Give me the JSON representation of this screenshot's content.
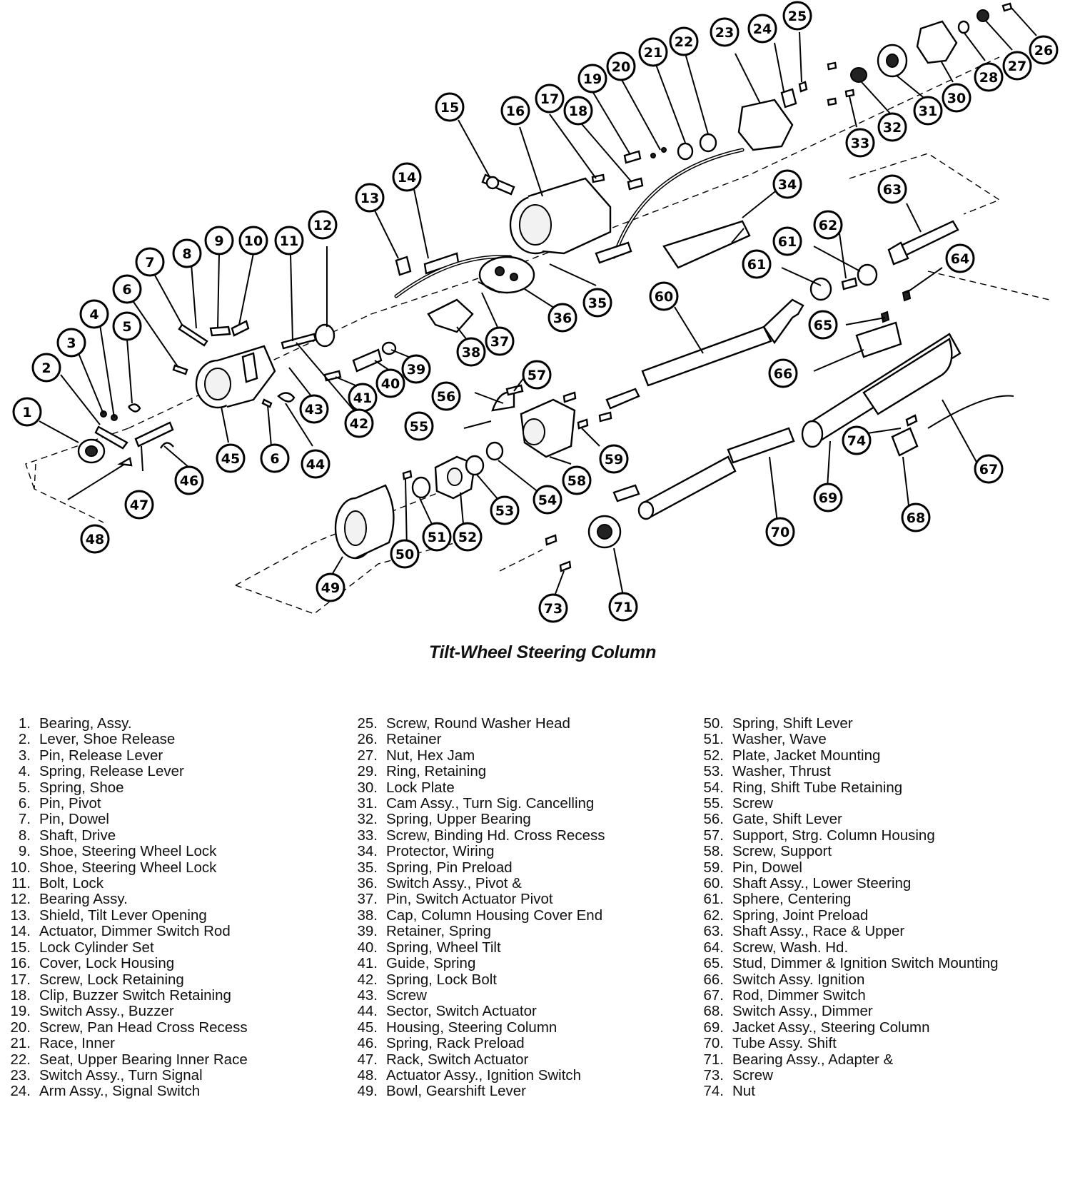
{
  "diagram": {
    "title": "Tilt-Wheel Steering Column",
    "callouts": [
      {
        "label": "1"
      },
      {
        "label": "2"
      },
      {
        "label": "3"
      },
      {
        "label": "4"
      },
      {
        "label": "5"
      },
      {
        "label": "6"
      },
      {
        "label": "7"
      },
      {
        "label": "8"
      },
      {
        "label": "9"
      },
      {
        "label": "10"
      },
      {
        "label": "11"
      },
      {
        "label": "12"
      },
      {
        "label": "13"
      },
      {
        "label": "14"
      },
      {
        "label": "15"
      },
      {
        "label": "16"
      },
      {
        "label": "17"
      },
      {
        "label": "18"
      },
      {
        "label": "19"
      },
      {
        "label": "20"
      },
      {
        "label": "21"
      },
      {
        "label": "22"
      },
      {
        "label": "23"
      },
      {
        "label": "24"
      },
      {
        "label": "25"
      },
      {
        "label": "26"
      },
      {
        "label": "27"
      },
      {
        "label": "28"
      },
      {
        "label": "30"
      },
      {
        "label": "31"
      },
      {
        "label": "32"
      },
      {
        "label": "33"
      },
      {
        "label": "34"
      },
      {
        "label": "35"
      },
      {
        "label": "36"
      },
      {
        "label": "37"
      },
      {
        "label": "38"
      },
      {
        "label": "39"
      },
      {
        "label": "40"
      },
      {
        "label": "41"
      },
      {
        "label": "42"
      },
      {
        "label": "43"
      },
      {
        "label": "44"
      },
      {
        "label": "45"
      },
      {
        "label": "6"
      },
      {
        "label": "46"
      },
      {
        "label": "47"
      },
      {
        "label": "48"
      },
      {
        "label": "49"
      },
      {
        "label": "50"
      },
      {
        "label": "51"
      },
      {
        "label": "52"
      },
      {
        "label": "53"
      },
      {
        "label": "54"
      },
      {
        "label": "55"
      },
      {
        "label": "56"
      },
      {
        "label": "57"
      },
      {
        "label": "58"
      },
      {
        "label": "59"
      },
      {
        "label": "60"
      },
      {
        "label": "61"
      },
      {
        "label": "61"
      },
      {
        "label": "62"
      },
      {
        "label": "63"
      },
      {
        "label": "64"
      },
      {
        "label": "65"
      },
      {
        "label": "66"
      },
      {
        "label": "67"
      },
      {
        "label": "68"
      },
      {
        "label": "69"
      },
      {
        "label": "70"
      },
      {
        "label": "71"
      },
      {
        "label": "73"
      },
      {
        "label": "74"
      }
    ]
  },
  "legend": {
    "columns": [
      [
        {
          "num": "1.",
          "text": "Bearing, Assy."
        },
        {
          "num": "2.",
          "text": "Lever, Shoe Release"
        },
        {
          "num": "3.",
          "text": "Pin, Release Lever"
        },
        {
          "num": "4.",
          "text": "Spring, Release Lever"
        },
        {
          "num": "5.",
          "text": "Spring, Shoe"
        },
        {
          "num": "6.",
          "text": "Pin, Pivot"
        },
        {
          "num": "7.",
          "text": "Pin, Dowel"
        },
        {
          "num": "8.",
          "text": "Shaft, Drive"
        },
        {
          "num": "9.",
          "text": "Shoe, Steering Wheel Lock"
        },
        {
          "num": "10.",
          "text": "Shoe, Steering Wheel Lock"
        },
        {
          "num": "11.",
          "text": "Bolt, Lock"
        },
        {
          "num": "12.",
          "text": "Bearing Assy."
        },
        {
          "num": "13.",
          "text": "Shield, Tilt Lever Opening"
        },
        {
          "num": "14.",
          "text": "Actuator, Dimmer Switch Rod"
        },
        {
          "num": "15.",
          "text": "Lock Cylinder Set"
        },
        {
          "num": "16.",
          "text": "Cover, Lock Housing"
        },
        {
          "num": "17.",
          "text": "Screw, Lock Retaining"
        },
        {
          "num": "18.",
          "text": "Clip, Buzzer Switch Retaining"
        },
        {
          "num": "19.",
          "text": "Switch Assy., Buzzer"
        },
        {
          "num": "20.",
          "text": "Screw, Pan Head Cross Recess"
        },
        {
          "num": "21.",
          "text": "Race, Inner"
        },
        {
          "num": "22.",
          "text": "Seat, Upper Bearing Inner Race"
        },
        {
          "num": "23.",
          "text": "Switch Assy., Turn Signal"
        },
        {
          "num": "24.",
          "text": "Arm Assy., Signal Switch"
        }
      ],
      [
        {
          "num": "25.",
          "text": "Screw, Round Washer Head"
        },
        {
          "num": "26.",
          "text": "Retainer"
        },
        {
          "num": "27.",
          "text": "Nut, Hex Jam"
        },
        {
          "num": "29.",
          "text": "Ring, Retaining"
        },
        {
          "num": "30.",
          "text": "Lock Plate"
        },
        {
          "num": "31.",
          "text": "Cam Assy., Turn Sig. Cancelling"
        },
        {
          "num": "32.",
          "text": "Spring, Upper Bearing"
        },
        {
          "num": "33.",
          "text": "Screw, Binding Hd. Cross Recess"
        },
        {
          "num": "34.",
          "text": "Protector, Wiring"
        },
        {
          "num": "35.",
          "text": "Spring, Pin Preload"
        },
        {
          "num": "36.",
          "text": "Switch Assy., Pivot &"
        },
        {
          "num": "37.",
          "text": "Pin, Switch Actuator Pivot"
        },
        {
          "num": "38.",
          "text": "Cap, Column Housing Cover End"
        },
        {
          "num": "39.",
          "text": "Retainer, Spring"
        },
        {
          "num": "40.",
          "text": "Spring, Wheel Tilt"
        },
        {
          "num": "41.",
          "text": "Guide, Spring"
        },
        {
          "num": "42.",
          "text": "Spring, Lock Bolt"
        },
        {
          "num": "43.",
          "text": "Screw"
        },
        {
          "num": "44.",
          "text": "Sector, Switch Actuator"
        },
        {
          "num": "45.",
          "text": "Housing, Steering Column"
        },
        {
          "num": "46.",
          "text": "Spring, Rack Preload"
        },
        {
          "num": "47.",
          "text": "Rack, Switch Actuator"
        },
        {
          "num": "48.",
          "text": "Actuator Assy., Ignition Switch"
        },
        {
          "num": "49.",
          "text": "Bowl, Gearshift Lever"
        }
      ],
      [
        {
          "num": "50.",
          "text": "Spring, Shift Lever"
        },
        {
          "num": "51.",
          "text": "Washer, Wave"
        },
        {
          "num": "52.",
          "text": "Plate, Jacket Mounting"
        },
        {
          "num": "53.",
          "text": "Washer, Thrust"
        },
        {
          "num": "54.",
          "text": "Ring, Shift Tube Retaining"
        },
        {
          "num": "55.",
          "text": "Screw"
        },
        {
          "num": "56.",
          "text": "Gate, Shift Lever"
        },
        {
          "num": "57.",
          "text": "Support, Strg. Column Housing"
        },
        {
          "num": "58.",
          "text": "Screw, Support"
        },
        {
          "num": "59.",
          "text": "Pin, Dowel"
        },
        {
          "num": "60.",
          "text": "Shaft Assy., Lower Steering"
        },
        {
          "num": "61.",
          "text": "Sphere, Centering"
        },
        {
          "num": "62.",
          "text": "Spring, Joint Preload"
        },
        {
          "num": "63.",
          "text": "Shaft Assy., Race & Upper"
        },
        {
          "num": "64.",
          "text": "Screw, Wash. Hd."
        },
        {
          "num": "65.",
          "text": "Stud, Dimmer & Ignition Switch Mounting"
        },
        {
          "num": "66.",
          "text": "Switch Assy. Ignition"
        },
        {
          "num": "67.",
          "text": "Rod, Dimmer Switch"
        },
        {
          "num": "68.",
          "text": "Switch Assy., Dimmer"
        },
        {
          "num": "69.",
          "text": "Jacket Assy., Steering Column"
        },
        {
          "num": "70.",
          "text": "Tube Assy. Shift"
        },
        {
          "num": "71.",
          "text": "Bearing Assy., Adapter &"
        },
        {
          "num": "73.",
          "text": "Screw"
        },
        {
          "num": "74.",
          "text": "Nut"
        }
      ]
    ]
  }
}
